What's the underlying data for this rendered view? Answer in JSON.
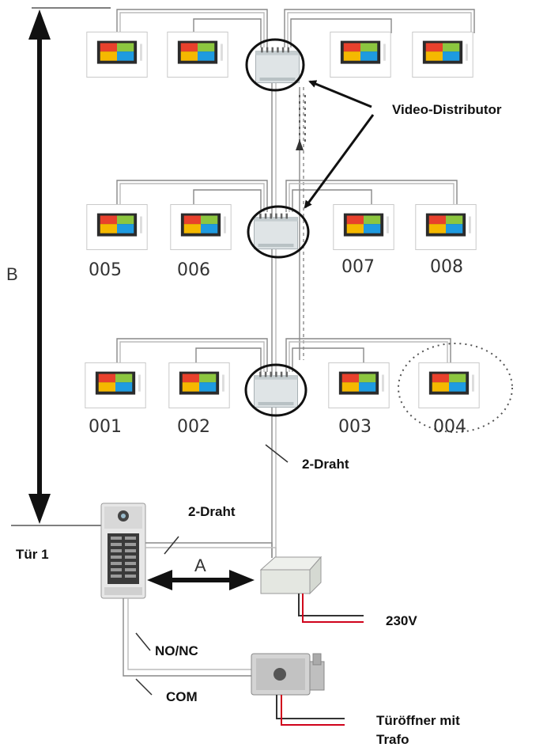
{
  "labels": {
    "video_distributor": "Video-Distributor",
    "b": "B",
    "two_wire_riser": "2-Draht",
    "two_wire_door": "2-Draht",
    "door": "Tür 1",
    "a": "A",
    "power": "230V",
    "no_nc": "NO/NC",
    "com": "COM",
    "opener_line1": "Türöffner mit",
    "opener_line2": "Trafo"
  },
  "monitors": {
    "row1": [
      "001",
      "002",
      "003",
      "004"
    ],
    "row2": [
      "005",
      "006",
      "007",
      "008"
    ]
  },
  "colors": {
    "arrow": "#111111",
    "wire": "#888888",
    "power_red": "#d0021b",
    "screen_red": "#e8412c",
    "screen_green": "#8cc63f",
    "screen_yellow": "#f5b800",
    "screen_blue": "#1e9be0"
  }
}
